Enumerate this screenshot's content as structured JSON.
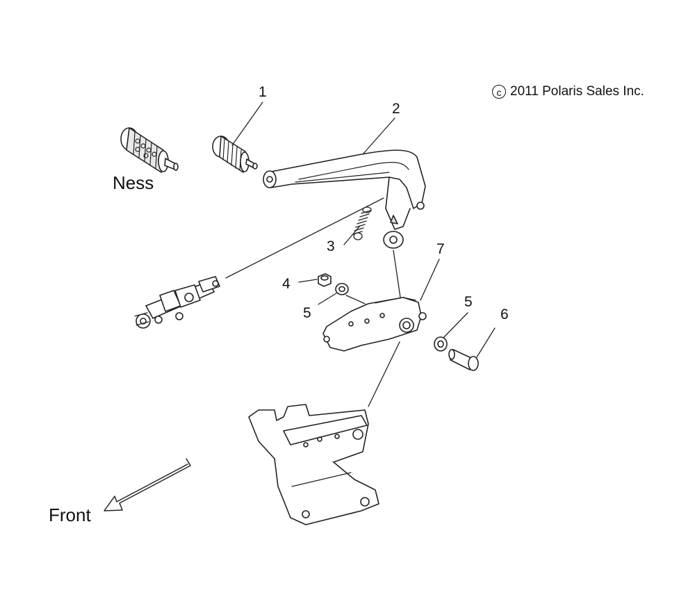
{
  "copyright": {
    "symbol": "c",
    "text": "2011 Polaris Sales Inc."
  },
  "labels": {
    "ness": "Ness",
    "front": "Front"
  },
  "callouts": {
    "c1": "1",
    "c2": "2",
    "c3": "3",
    "c4": "4",
    "c5a": "5",
    "c5b": "5",
    "c6": "6",
    "c7": "7"
  },
  "colors": {
    "line": "#222222",
    "paper": "#ffffff",
    "shade": "#d8d8d8"
  }
}
